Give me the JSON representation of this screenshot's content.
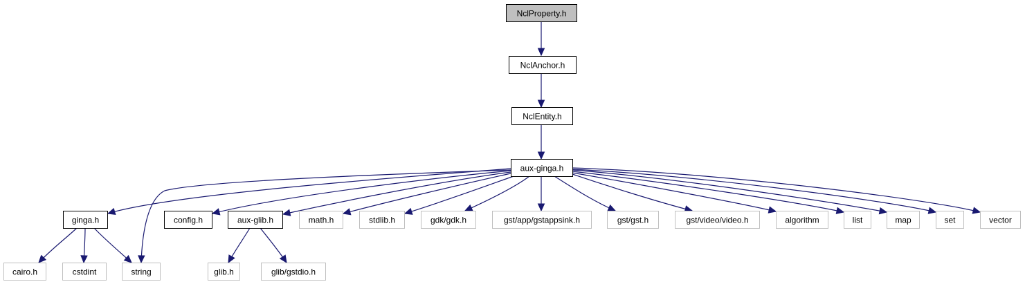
{
  "title": "NclProperty.h include dependency graph",
  "colors": {
    "edge": "#191970",
    "root_fill": "#bfbfbf",
    "documented_border": "#000000",
    "external_border": "#bfbfbf"
  },
  "nodes": [
    {
      "id": "nclproperty",
      "label": "NclProperty.h",
      "kind": "root"
    },
    {
      "id": "nclanchor",
      "label": "NclAnchor.h",
      "kind": "doc"
    },
    {
      "id": "nclentity",
      "label": "NclEntity.h",
      "kind": "doc"
    },
    {
      "id": "auxginga",
      "label": "aux-ginga.h",
      "kind": "doc"
    },
    {
      "id": "ginga",
      "label": "ginga.h",
      "kind": "doc"
    },
    {
      "id": "config",
      "label": "config.h",
      "kind": "doc"
    },
    {
      "id": "auxglib",
      "label": "aux-glib.h",
      "kind": "doc"
    },
    {
      "id": "math",
      "label": "math.h",
      "kind": "ext"
    },
    {
      "id": "stdlib",
      "label": "stdlib.h",
      "kind": "ext"
    },
    {
      "id": "gdk",
      "label": "gdk/gdk.h",
      "kind": "ext"
    },
    {
      "id": "gstappsink",
      "label": "gst/app/gstappsink.h",
      "kind": "ext"
    },
    {
      "id": "gst",
      "label": "gst/gst.h",
      "kind": "ext"
    },
    {
      "id": "gstvideo",
      "label": "gst/video/video.h",
      "kind": "ext"
    },
    {
      "id": "algorithm",
      "label": "algorithm",
      "kind": "ext"
    },
    {
      "id": "list",
      "label": "list",
      "kind": "ext"
    },
    {
      "id": "map",
      "label": "map",
      "kind": "ext"
    },
    {
      "id": "set",
      "label": "set",
      "kind": "ext"
    },
    {
      "id": "vector",
      "label": "vector",
      "kind": "ext"
    },
    {
      "id": "cairo",
      "label": "cairo.h",
      "kind": "ext"
    },
    {
      "id": "cstdint",
      "label": "cstdint",
      "kind": "ext"
    },
    {
      "id": "string",
      "label": "string",
      "kind": "ext"
    },
    {
      "id": "glib",
      "label": "glib.h",
      "kind": "ext"
    },
    {
      "id": "gstdio",
      "label": "glib/gstdio.h",
      "kind": "ext"
    }
  ],
  "edges": [
    {
      "from": "nclproperty",
      "to": "nclanchor"
    },
    {
      "from": "nclanchor",
      "to": "nclentity"
    },
    {
      "from": "nclentity",
      "to": "auxginga"
    },
    {
      "from": "auxginga",
      "to": "ginga"
    },
    {
      "from": "auxginga",
      "to": "string"
    },
    {
      "from": "auxginga",
      "to": "config"
    },
    {
      "from": "auxginga",
      "to": "auxglib"
    },
    {
      "from": "auxginga",
      "to": "math"
    },
    {
      "from": "auxginga",
      "to": "stdlib"
    },
    {
      "from": "auxginga",
      "to": "gdk"
    },
    {
      "from": "auxginga",
      "to": "gstappsink"
    },
    {
      "from": "auxginga",
      "to": "gst"
    },
    {
      "from": "auxginga",
      "to": "gstvideo"
    },
    {
      "from": "auxginga",
      "to": "algorithm"
    },
    {
      "from": "auxginga",
      "to": "list"
    },
    {
      "from": "auxginga",
      "to": "map"
    },
    {
      "from": "auxginga",
      "to": "set"
    },
    {
      "from": "auxginga",
      "to": "vector"
    },
    {
      "from": "ginga",
      "to": "cairo"
    },
    {
      "from": "ginga",
      "to": "cstdint"
    },
    {
      "from": "ginga",
      "to": "string"
    },
    {
      "from": "auxglib",
      "to": "glib"
    },
    {
      "from": "auxglib",
      "to": "gstdio"
    }
  ]
}
